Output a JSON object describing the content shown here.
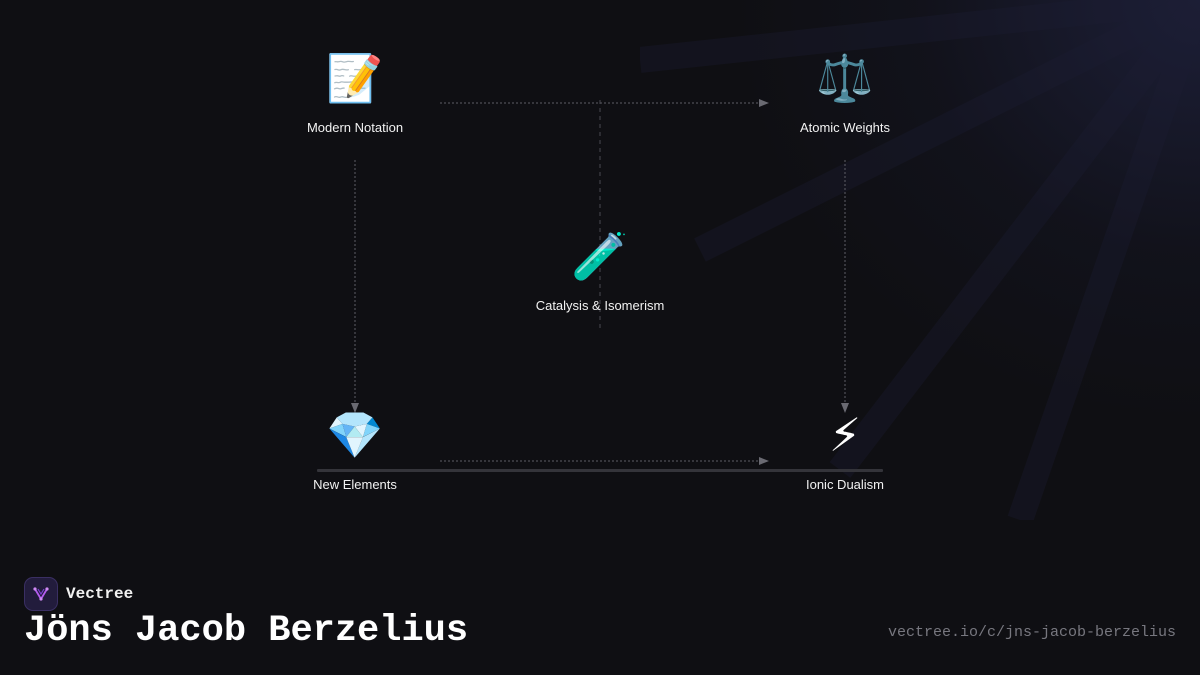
{
  "diagram": {
    "nodes": [
      {
        "id": "modern-notation",
        "label": "Modern Notation",
        "icon": "memo-icon",
        "glyph": "📝"
      },
      {
        "id": "atomic-weights",
        "label": "Atomic Weights",
        "icon": "balance-scale-icon",
        "glyph": "⚖️"
      },
      {
        "id": "catalysis-isomerism",
        "label": "Catalysis & Isomerism",
        "icon": "test-tube-icon",
        "glyph": "🧪"
      },
      {
        "id": "new-elements",
        "label": "New Elements",
        "icon": "gem-icon",
        "glyph": "💎"
      },
      {
        "id": "ionic-dualism",
        "label": "Ionic Dualism",
        "icon": "lightning-icon",
        "glyph": "⚡"
      }
    ],
    "edges": [
      {
        "from": "modern-notation",
        "to": "atomic-weights",
        "style": "dotted",
        "arrow": true
      },
      {
        "from": "modern-notation",
        "to": "new-elements",
        "style": "dotted",
        "arrow": true
      },
      {
        "from": "atomic-weights",
        "to": "ionic-dualism",
        "style": "dotted",
        "arrow": true
      },
      {
        "from": "new-elements",
        "to": "ionic-dualism",
        "style": "dotted",
        "arrow": true
      },
      {
        "from": "modern-notation",
        "to": "catalysis-isomerism",
        "style": "dashed",
        "arrow": false
      }
    ]
  },
  "brand": {
    "name": "Vectree",
    "logo_icon": "vectree-logo-icon",
    "accent": "#b45cf0"
  },
  "page": {
    "title": "Jöns Jacob Berzelius",
    "url": "vectree.io/c/jns-jacob-berzelius"
  },
  "colors": {
    "background": "#0f0f13",
    "edge": "#6a6a72",
    "text": "#ffffff",
    "muted": "#77777f"
  }
}
